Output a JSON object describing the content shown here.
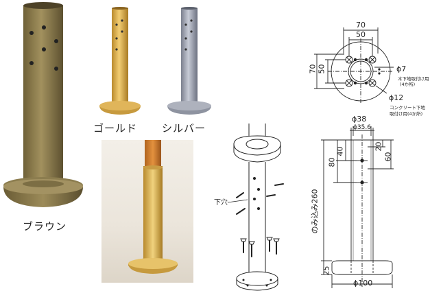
{
  "products": {
    "brown": {
      "label": "ブラウン"
    },
    "gold": {
      "label": "ゴールド"
    },
    "silver": {
      "label": "シルバー"
    }
  },
  "install": {
    "label": "下穴"
  },
  "top_view": {
    "dim_70_top": "70",
    "dim_50_top": "50",
    "dim_70_side": "70",
    "dim_50_side": "50",
    "phi7": "ϕ7",
    "phi7_note1": "木下地取付け用",
    "phi7_note2": "(4か所)",
    "phi12": "ϕ12",
    "phi12_note1": "コンクリート下地",
    "phi12_note2": "取付け用(4か所)"
  },
  "side_view": {
    "phi38": "ϕ38",
    "phi356": "ϕ35.6",
    "dim_20": "20",
    "dim_40": "40",
    "dim_60": "60",
    "dim_80": "80",
    "embed": "のみ込み260",
    "dim_25": "25",
    "phi100": "ϕ100"
  },
  "colors": {
    "brown": "#8a7a4e",
    "gold": "#d6a948",
    "silver": "#9aa0ae",
    "wood": "#c8782e"
  }
}
